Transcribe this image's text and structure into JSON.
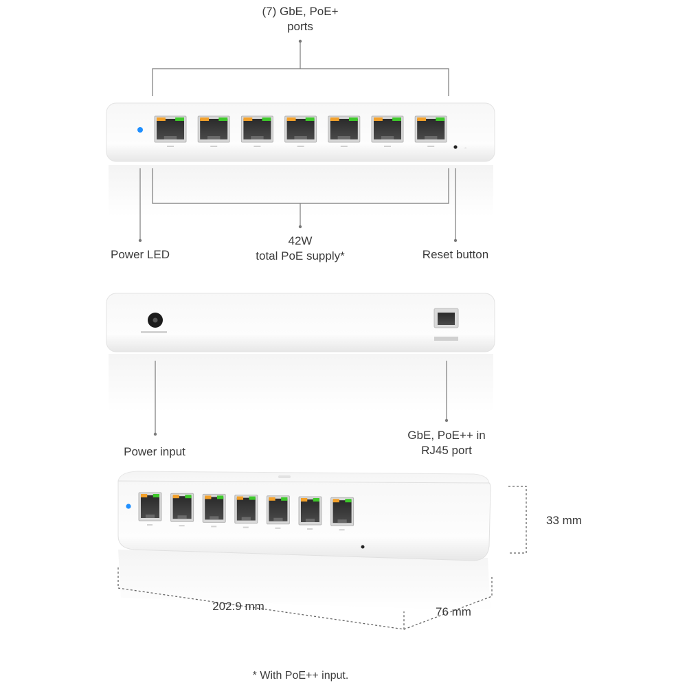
{
  "front": {
    "ports_label_line1": "(7) GbE, PoE+",
    "ports_label_line2": "ports",
    "poe_line1": "42W",
    "poe_line2": "total PoE supply*",
    "power_led": "Power LED",
    "reset_button": "Reset button",
    "port_count": 7
  },
  "back": {
    "power_input": "Power input",
    "uplink_line1": "GbE, PoE++ in",
    "uplink_line2": "RJ45 port"
  },
  "dimensions": {
    "height": "33 mm",
    "width": "202.9 mm",
    "depth": "76 mm"
  },
  "footnote": "* With PoE++ input.",
  "colors": {
    "led_blue": "#1f8fff",
    "port_led_green": "#3ec82b",
    "port_led_amber": "#f2a02a",
    "leader_line": "#7a7a7a"
  }
}
